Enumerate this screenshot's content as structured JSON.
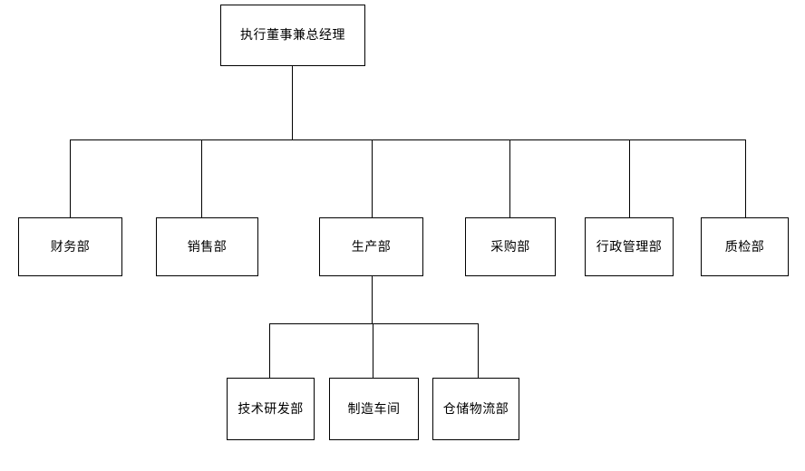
{
  "diagram": {
    "title_text": "执行董事兼总经理",
    "line_color": "#000000",
    "background_color": "#ffffff",
    "box_fill": "#ffffff"
  },
  "nodes": {
    "root": {
      "label": "执行董事兼总经理"
    },
    "level2": [
      {
        "key": "finance",
        "label": "财务部"
      },
      {
        "key": "sales",
        "label": "销售部"
      },
      {
        "key": "production",
        "label": "生产部"
      },
      {
        "key": "purchasing",
        "label": "采购部"
      },
      {
        "key": "admin",
        "label": "行政管理部"
      },
      {
        "key": "quality",
        "label": "质检部"
      }
    ],
    "level3": [
      {
        "key": "rnd",
        "label": "技术研发部"
      },
      {
        "key": "workshop",
        "label": "制造车间"
      },
      {
        "key": "warehouse",
        "label": "仓储物流部"
      }
    ]
  }
}
